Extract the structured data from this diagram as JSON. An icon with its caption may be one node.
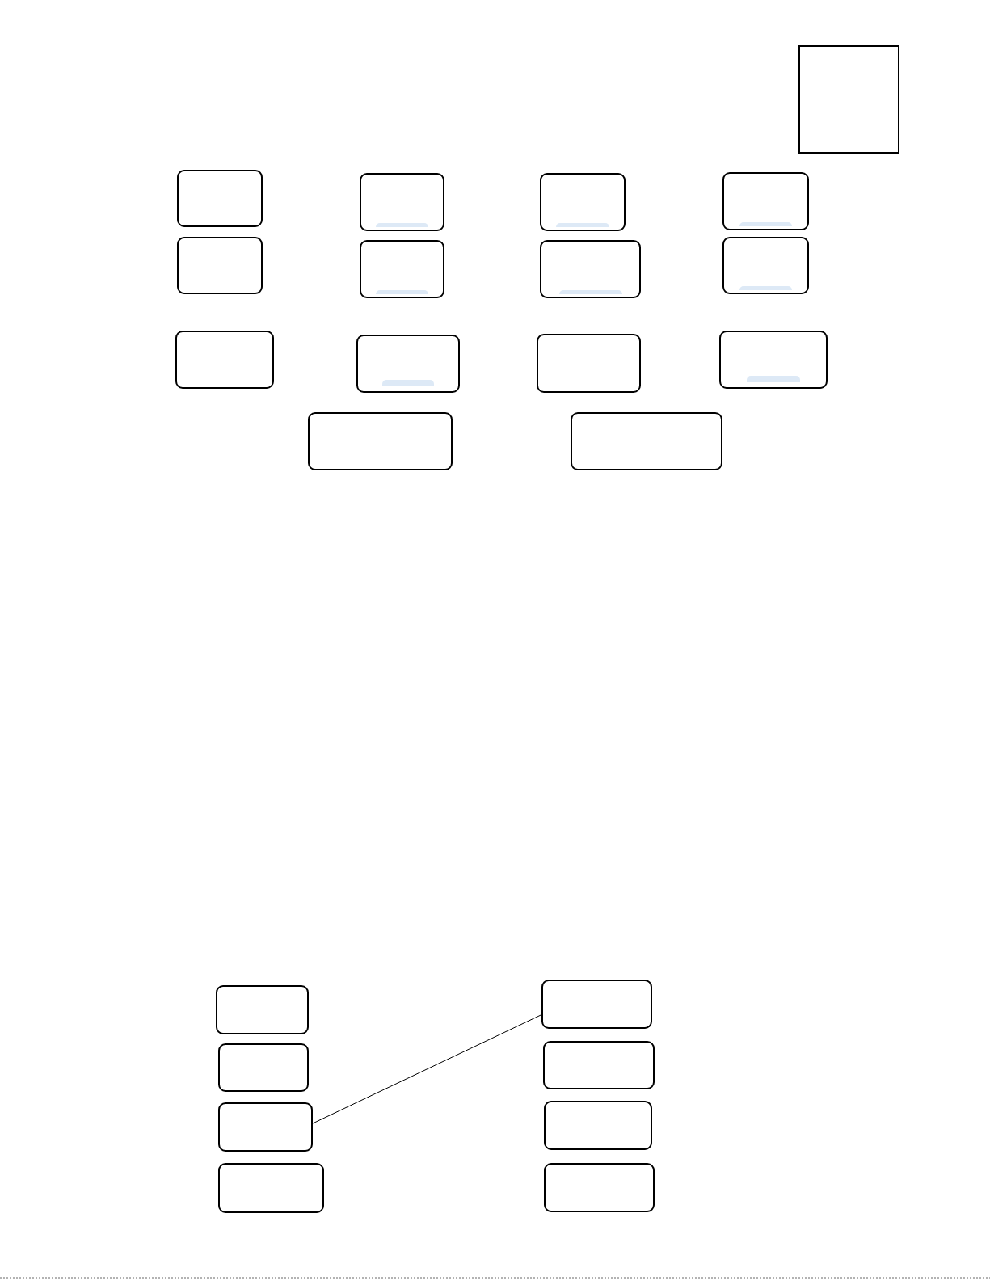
{
  "diagram": {
    "nodes": [
      {
        "text": [],
        "shape": "box"
      },
      {
        "text": [],
        "shape": "box"
      },
      {
        "text": [],
        "shape": "box"
      },
      {
        "text": [],
        "shape": "box"
      },
      {
        "text": [],
        "shape": "box"
      },
      {
        "text": [],
        "shape": "box"
      },
      {
        "text": [],
        "shape": "box"
      },
      {
        "text": [],
        "shape": "box"
      },
      {
        "text": [],
        "shape": "box"
      },
      {
        "text": [],
        "shape": "box"
      },
      {
        "text": [],
        "shape": "box"
      },
      {
        "text": [],
        "shape": "box"
      },
      {
        "text": [],
        "shape": "box"
      },
      {
        "text": [],
        "shape": "box"
      },
      {
        "text": [],
        "shape": "box"
      },
      {
        "text": [],
        "shape": "box"
      },
      {
        "text": [],
        "shape": "box"
      },
      {
        "text": [],
        "shape": "box"
      },
      {
        "text": [],
        "shape": "box"
      },
      {
        "text": [],
        "shape": "box"
      },
      {
        "text": [],
        "shape": "box"
      },
      {
        "text": [],
        "shape": "box"
      },
      {
        "text": [],
        "shape": "box"
      }
    ],
    "edges": [
      {
        "from": 17,
        "to": 19,
        "arrow": "none"
      }
    ]
  }
}
